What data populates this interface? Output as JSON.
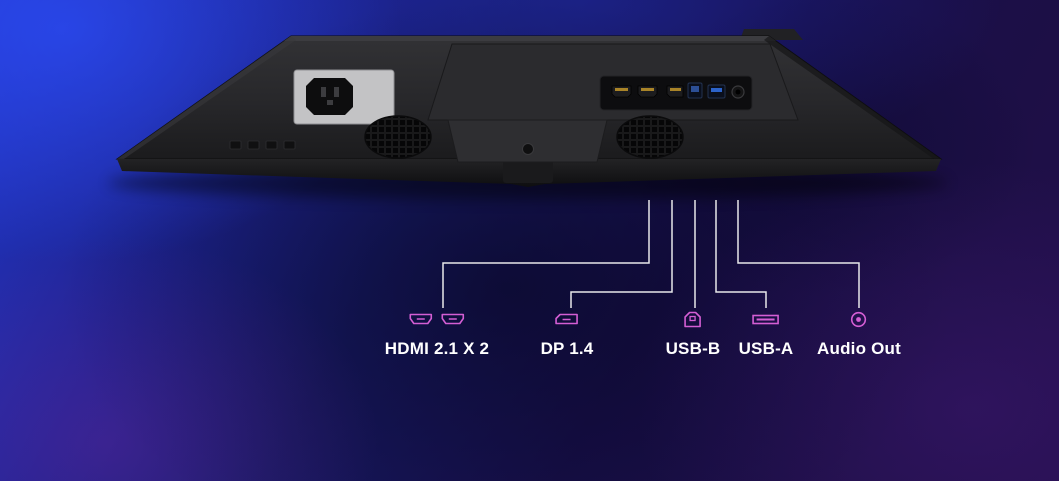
{
  "colors": {
    "accent_pink": "#d45ed4",
    "callout_line": "#e8e8ea",
    "label_text": "#ffffff",
    "background_blue": "#2336c6",
    "background_purple": "#230f4b",
    "monitor_body": "#262628"
  },
  "callouts": [
    {
      "id": "hdmi",
      "label": "HDMI 2.1 X 2",
      "icons": [
        "hdmi-port-icon",
        "hdmi-port-icon"
      ]
    },
    {
      "id": "dp",
      "label": "DP 1.4",
      "icons": [
        "dp-port-icon"
      ]
    },
    {
      "id": "usb-b",
      "label": "USB-B",
      "icons": [
        "usb-b-port-icon"
      ]
    },
    {
      "id": "usb-a",
      "label": "USB-A",
      "icons": [
        "usb-a-port-icon"
      ]
    },
    {
      "id": "audio",
      "label": "Audio Out",
      "icons": [
        "audio-out-icon"
      ]
    }
  ],
  "monitor": {
    "visible_ports": [
      "ac-power-inlet",
      "hdmi-port-1",
      "hdmi-port-2",
      "displayport",
      "usb-b-port",
      "usb-a-port",
      "audio-jack"
    ]
  }
}
